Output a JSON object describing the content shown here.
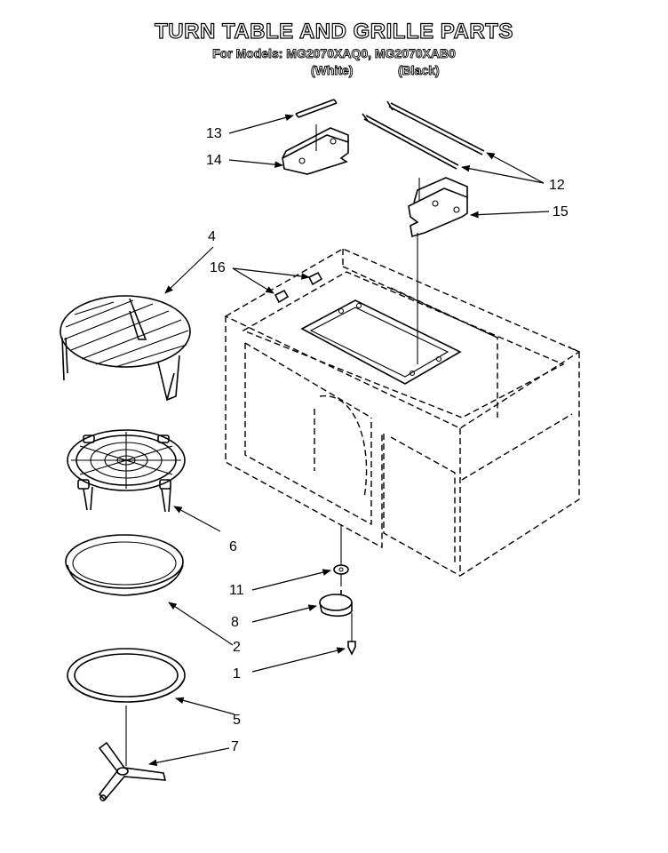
{
  "title": "TURN TABLE AND GRILLE PARTS",
  "subtitle": "For Models: MG2070XAQ0, MG2070XAB0",
  "variants": {
    "white": "(White)",
    "black": "(Black)"
  },
  "callouts": {
    "c1": "1",
    "c2": "2",
    "c4": "4",
    "c5": "5",
    "c6": "6",
    "c7": "7",
    "c8": "8",
    "c11": "11",
    "c12": "12",
    "c13": "13",
    "c14": "14",
    "c15": "15",
    "c16": "16"
  }
}
